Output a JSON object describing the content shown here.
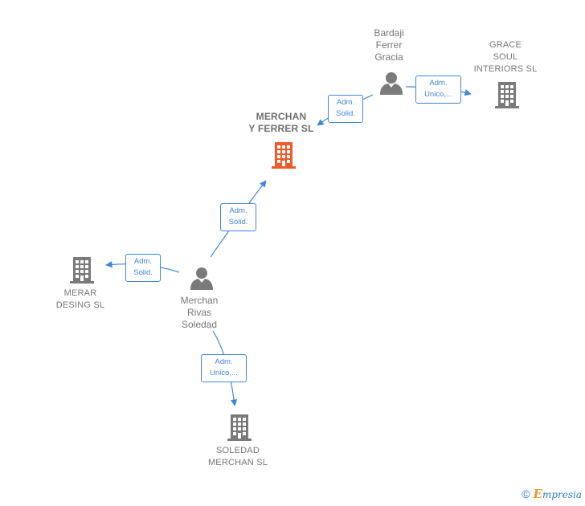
{
  "nodes": {
    "merchan_ferrer": {
      "label": "MERCHAN\nY FERRER  SL",
      "type": "company",
      "color": "#f05a28"
    },
    "bardaji": {
      "label": "Bardaji\nFerrer\nGracia",
      "type": "person"
    },
    "grace_soul": {
      "label": "GRACE\nSOUL\nINTERIORS  SL",
      "type": "company"
    },
    "merchan_rivas": {
      "label": "Merchan\nRivas\nSoledad",
      "type": "person"
    },
    "merar": {
      "label": "MERAR\nDESING  SL",
      "type": "company"
    },
    "soledad_merchan": {
      "label": "SOLEDAD\nMERCHAN  SL",
      "type": "company"
    }
  },
  "edges": {
    "bardaji_to_merchan": {
      "line1": "Adm.",
      "line2": "Solid."
    },
    "bardaji_to_grace": {
      "line1": "Adm.",
      "line2": "Unico,..."
    },
    "rivas_to_merchan": {
      "line1": "Adm.",
      "line2": "Solid."
    },
    "rivas_to_merar": {
      "line1": "Adm.",
      "line2": "Solid."
    },
    "rivas_to_soledad": {
      "line1": "Adm.",
      "line2": "Unico,..."
    }
  },
  "colors": {
    "edge": "#3f86d6",
    "node_gray": "#7a7a7a",
    "highlight": "#f05a28"
  },
  "footer": {
    "copyright": "©",
    "brand_initial": "E",
    "brand_rest": "mpresia"
  }
}
